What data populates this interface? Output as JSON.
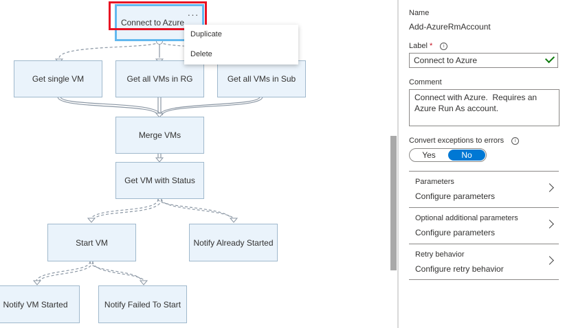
{
  "flow": {
    "nodes": {
      "connect": "Connect to Azure",
      "single_vm": "Get single VM",
      "all_vms_rg": "Get all VMs in RG",
      "all_vms_sub": "Get all VMs in Sub",
      "merge": "Merge VMs",
      "status": "Get VM with Status",
      "start": "Start VM",
      "already_started": "Notify Already Started",
      "vm_started": "Notify VM Started",
      "failed": "Notify Failed To Start"
    },
    "more_label": "···",
    "context_menu": {
      "items": [
        "Duplicate",
        "Delete"
      ]
    }
  },
  "panel": {
    "name_label": "Name",
    "name_value": "Add-AzureRmAccount",
    "label_label": "Label",
    "label_required": "*",
    "label_value": "Connect to Azure",
    "comment_label": "Comment",
    "comment_value": "Connect with Azure.  Requires an\nAzure Run As account.",
    "convert_label": "Convert exceptions to errors",
    "toggle": {
      "yes": "Yes",
      "no": "No",
      "selected": "No"
    },
    "sections": [
      {
        "title": "Parameters",
        "value": "Configure parameters"
      },
      {
        "title": "Optional additional parameters",
        "value": "Configure parameters"
      },
      {
        "title": "Retry behavior",
        "value": "Configure retry behavior"
      }
    ],
    "info_glyph": "i"
  },
  "colors": {
    "accent": "#0078d4",
    "highlight": "#e81123",
    "node_fill": "#eaf3fb",
    "selected_border": "#62b8ef"
  }
}
